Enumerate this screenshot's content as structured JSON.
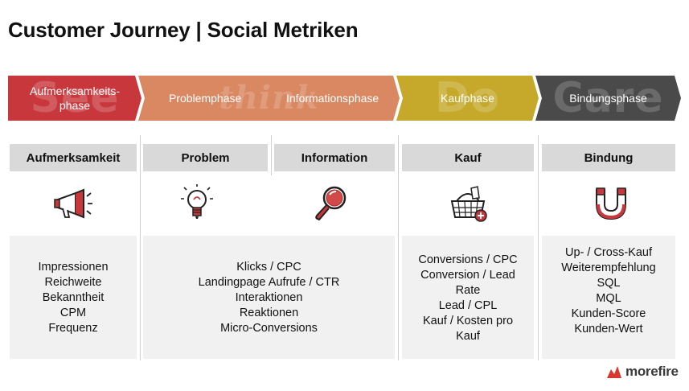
{
  "title": "Customer Journey | Social Metriken",
  "phases": [
    {
      "label": "Aufmerksamkeits-\nphase",
      "bg_word": "See",
      "color": "#c8373c"
    },
    {
      "label_left": "Problemphase",
      "label_right": "Informationsphase",
      "bg_word": "think",
      "color": "#d98862"
    },
    {
      "label": "Kaufphase",
      "bg_word": "Do",
      "color": "#c6a92a"
    },
    {
      "label": "Bindungsphase",
      "bg_word": "Care",
      "color": "#4a4a4a"
    }
  ],
  "columns": [
    {
      "header": "Aufmerksamkeit",
      "icon": "megaphone-icon"
    },
    {
      "header": "Problem",
      "icon": "lightbulb-icon"
    },
    {
      "header": "Information",
      "icon": "magnifier-icon"
    },
    {
      "header": "Kauf",
      "icon": "shopping-basket-icon"
    },
    {
      "header": "Bindung",
      "icon": "magnet-icon"
    }
  ],
  "metrics": {
    "awareness": [
      "Impressionen",
      "Reichweite",
      "Bekanntheit",
      "CPM",
      "Frequenz"
    ],
    "problem_information": [
      "Klicks / CPC",
      "Landingpage Aufrufe / CTR",
      "Interaktionen",
      "Reaktionen",
      "Micro-Conversions"
    ],
    "purchase": [
      "Conversions / CPC",
      "Conversion / Lead",
      "Rate",
      "Lead / CPL",
      "Kauf / Kosten pro",
      "Kauf"
    ],
    "retention": [
      "Up- / Cross-Kauf",
      "Weiterempfehlung",
      "SQL",
      "MQL",
      "Kunden-Score",
      "Kunden-Wert"
    ]
  },
  "logo": {
    "text": "morefire",
    "color": "#d9372f"
  }
}
